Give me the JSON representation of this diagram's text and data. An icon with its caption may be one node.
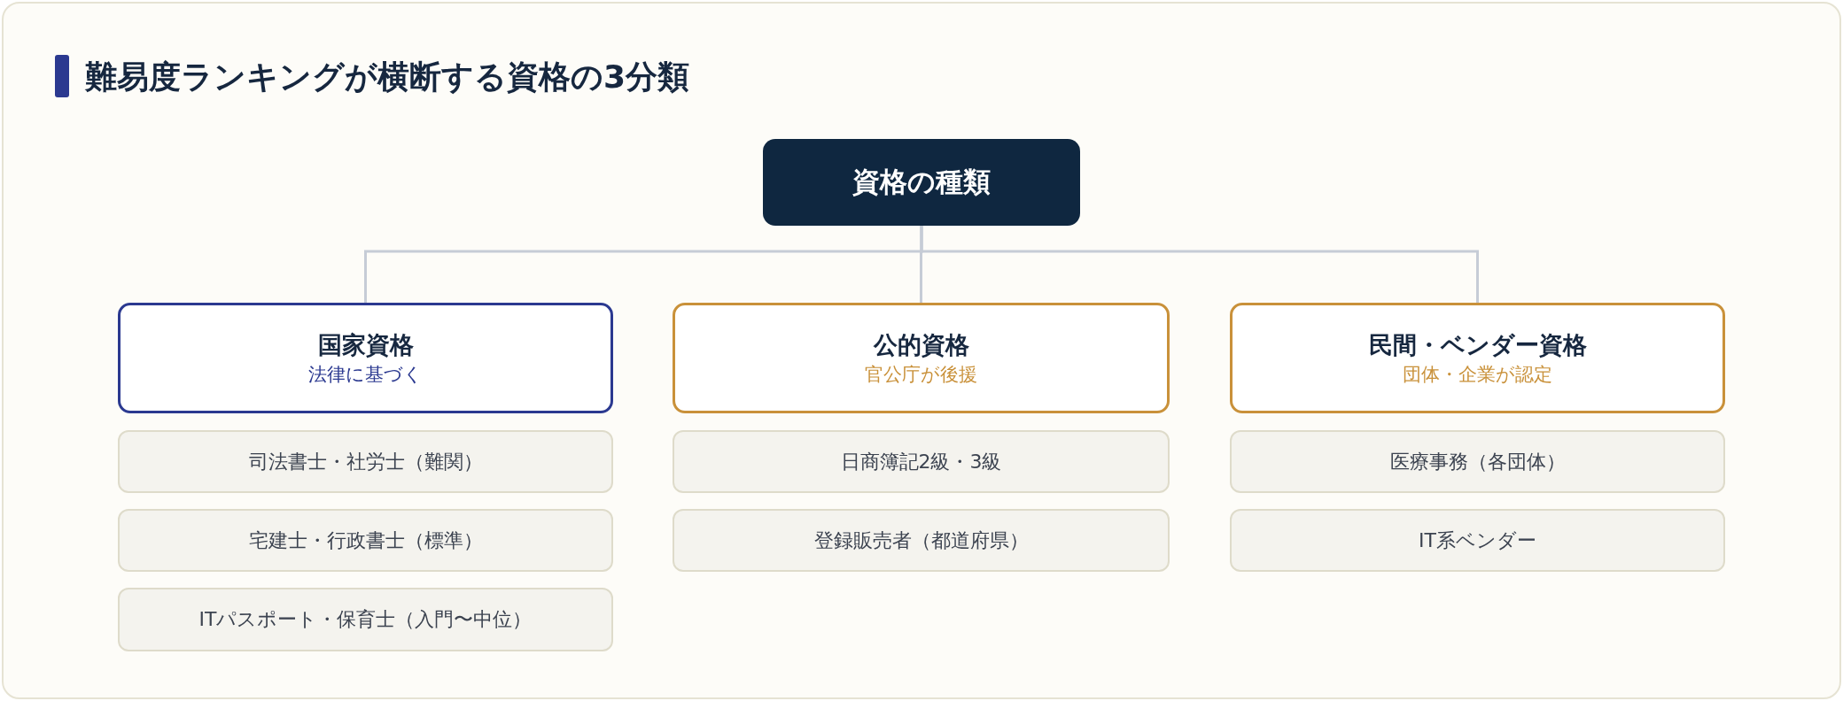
{
  "diagram": {
    "title": "難易度ランキングが横断する資格の3分類",
    "nodes": [
      {
        "text": [
          "資格の種類"
        ]
      },
      {
        "text": [
          "国家資格",
          "法律に基づく"
        ]
      },
      {
        "text": [
          "公的資格",
          "官公庁が後援"
        ]
      },
      {
        "text": [
          "民間・ベンダー資格",
          "団体・企業が認定"
        ]
      },
      {
        "text": [
          "司法書士・社労士（難関）"
        ]
      },
      {
        "text": [
          "宅建士・行政書士（標準）"
        ]
      },
      {
        "text": [
          "ITパスポート・保育士（入門〜中位）"
        ]
      },
      {
        "text": [
          "日商簿記2級・3級"
        ]
      },
      {
        "text": [
          "登録販売者（都道府県）"
        ]
      },
      {
        "text": [
          "医療事務（各団体）"
        ]
      },
      {
        "text": [
          "IT系ベンダー"
        ]
      }
    ],
    "edges": [
      {
        "from": 0,
        "to": 1,
        "arrow": "none"
      },
      {
        "from": 0,
        "to": 2,
        "arrow": "none"
      },
      {
        "from": 0,
        "to": 3,
        "arrow": "none"
      }
    ]
  }
}
